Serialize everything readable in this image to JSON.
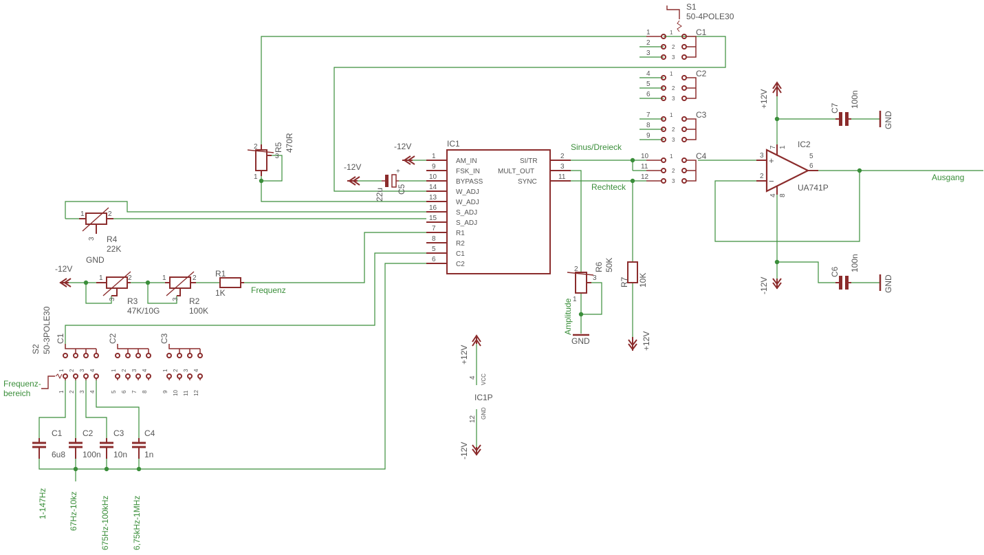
{
  "ic1": {
    "name": "IC1",
    "left": [
      "AM_IN",
      "FSK_IN",
      "BYPASS",
      "W_ADJ",
      "W_ADJ",
      "S_ADJ",
      "S_ADJ",
      "R1",
      "R2",
      "C1",
      "C2"
    ],
    "leftnums": [
      "1",
      "9",
      "10",
      "14",
      "13",
      "16",
      "15",
      "7",
      "8",
      "5",
      "6"
    ],
    "right": [
      "SI/TR",
      "MULT_OUT",
      "SYNC"
    ],
    "rightnums": [
      "2",
      "3",
      "11"
    ]
  },
  "ic2": {
    "name": "IC2",
    "value": "UA741P",
    "pin_plus": "+",
    "pin_minus": "−",
    "pins": [
      "3",
      "2",
      "7",
      "5",
      "6",
      "1",
      "4",
      "8"
    ]
  },
  "ic1p": {
    "name": "IC1P",
    "vcc": "VCC",
    "gnd": "GND",
    "pin_vcc": "4",
    "pin_gnd": "12"
  },
  "s1": {
    "name": "S1",
    "value": "50-4POLE30",
    "groups": [
      "C1",
      "C2",
      "C3",
      "C4"
    ],
    "pins": [
      "1",
      "2",
      "3",
      "4",
      "5",
      "6",
      "7",
      "8",
      "9",
      "10",
      "11",
      "12"
    ]
  },
  "s2": {
    "name": "S2",
    "value": "50-3POLE30",
    "groups": [
      "C1",
      "C2",
      "C3"
    ],
    "label": "Frequenz-\nbereich",
    "label1": "Frequenz-",
    "label2": "bereich"
  },
  "components": {
    "r1": {
      "name": "R1",
      "value": "1K"
    },
    "r2": {
      "name": "R2",
      "value": "100K"
    },
    "r3": {
      "name": "R3",
      "value": "47K/10G"
    },
    "r4": {
      "name": "R4",
      "value": "22K"
    },
    "r5": {
      "name": "R5",
      "value": "470R"
    },
    "r6": {
      "name": "R6",
      "value": "50K"
    },
    "r7": {
      "name": "R7",
      "value": "10K"
    },
    "c1": {
      "name": "C1",
      "value": "6u8"
    },
    "c2": {
      "name": "C2",
      "value": "100n"
    },
    "c3": {
      "name": "C3",
      "value": "10n"
    },
    "c4": {
      "name": "C4",
      "value": "1n"
    },
    "c5": {
      "name": "C5",
      "value": "22u",
      "pol": "+"
    },
    "c6": {
      "name": "C6",
      "value": "100n"
    },
    "c7": {
      "name": "C7",
      "value": "100n"
    }
  },
  "supplies": {
    "pos": "+12V",
    "neg": "-12V",
    "gnd": "GND"
  },
  "nets": {
    "sinus": "Sinus/Dreieck",
    "rechteck": "Rechteck",
    "ausgang": "Ausgang",
    "frequenz": "Frequenz",
    "amplitude": "Amplitude"
  },
  "ranges": [
    "1-147Hz",
    "67Hz-10kz",
    "675Hz-100kHz",
    "6,75kHz-1MHz"
  ],
  "pin": {
    "p1": "1",
    "p2": "2",
    "p3": "3",
    "p4": "4",
    "p5": "5",
    "p6": "6",
    "p7": "7",
    "p8": "8",
    "p9": "9",
    "p10": "10",
    "p11": "11",
    "p12": "12"
  }
}
